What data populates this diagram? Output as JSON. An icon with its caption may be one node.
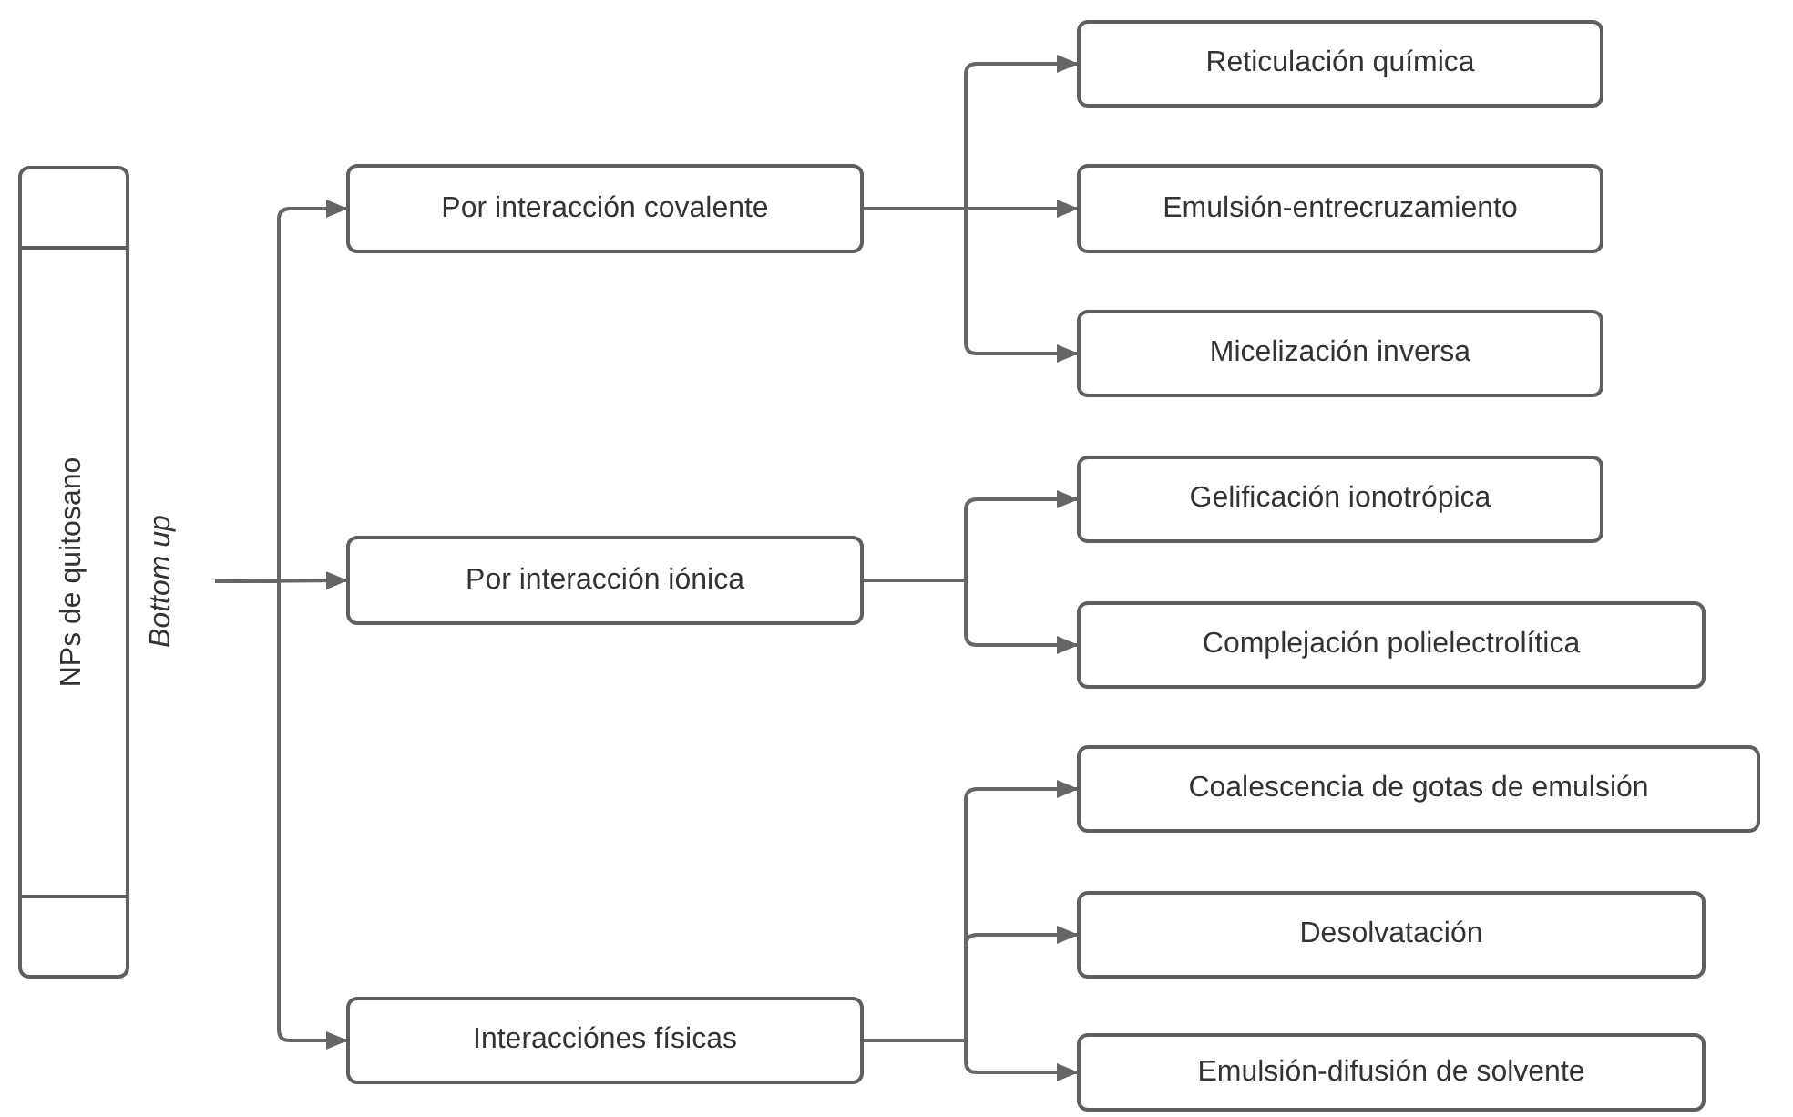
{
  "diagram": {
    "nodes": [
      {
        "text": [
          "NPs de quitosano"
        ]
      },
      {
        "text": [
          "Bottom up"
        ]
      },
      {
        "text": [
          "Por interacción covalente"
        ]
      },
      {
        "text": [
          "Por interacción iónica"
        ]
      },
      {
        "text": [
          "Interacciónes físicas"
        ]
      },
      {
        "text": [
          "Reticulación química"
        ]
      },
      {
        "text": [
          "Emulsión-entrecruzamiento"
        ]
      },
      {
        "text": [
          "Micelización inversa"
        ]
      },
      {
        "text": [
          "Gelificación ionotrópica"
        ]
      },
      {
        "text": [
          "Complejación polielectrolítica"
        ]
      },
      {
        "text": [
          "Coalescencia de gotas de emulsión"
        ]
      },
      {
        "text": [
          "Desolvatación"
        ]
      },
      {
        "text": [
          "Emulsión-difusión de solvente"
        ]
      }
    ],
    "edges": [
      {
        "from": 1,
        "to": 2,
        "arrow": "to"
      },
      {
        "from": 1,
        "to": 3,
        "arrow": "to"
      },
      {
        "from": 1,
        "to": 4,
        "arrow": "to"
      },
      {
        "from": 2,
        "to": 5,
        "arrow": "to"
      },
      {
        "from": 2,
        "to": 6,
        "arrow": "to"
      },
      {
        "from": 2,
        "to": 7,
        "arrow": "to"
      },
      {
        "from": 3,
        "to": 8,
        "arrow": "to"
      },
      {
        "from": 3,
        "to": 9,
        "arrow": "to"
      },
      {
        "from": 4,
        "to": 10,
        "arrow": "to"
      },
      {
        "from": 4,
        "to": 11,
        "arrow": "to"
      },
      {
        "from": 4,
        "to": 12,
        "arrow": "to"
      }
    ]
  }
}
